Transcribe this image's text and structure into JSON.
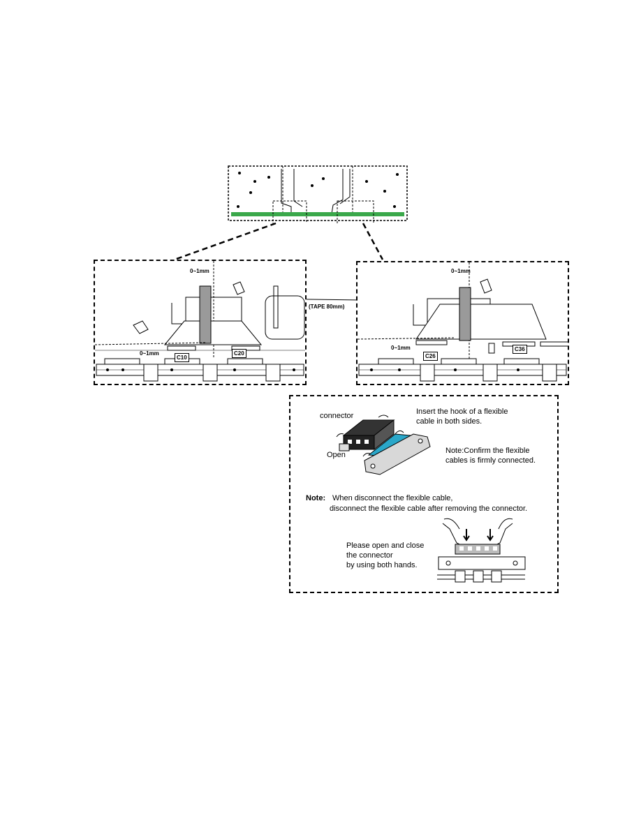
{
  "left_detail": {
    "gap_top": "0~1mm",
    "gap_bottom": "0~1mm",
    "connector_1": "C10",
    "connector_2": "C20"
  },
  "right_detail": {
    "gap_top": "0~1mm",
    "gap_bottom": "0~1mm",
    "connector_1": "C26",
    "connector_2": "C36"
  },
  "tape_label": "(TAPE 80mm)",
  "instructions": {
    "connector_label": "connector",
    "open_label": "Open",
    "insert_line1": "Insert the hook of a flexible",
    "insert_line2": "cable in both sides.",
    "confirm_line1": "Note:Confirm the flexible",
    "confirm_line2": "cables is firmly connected.",
    "note_heading": "Note:",
    "note_line1": "When disconnect the flexible cable,",
    "note_line2": "disconnect the flexible cable after removing the connector.",
    "hands_line1": "Please open and close",
    "hands_line2": "the connector",
    "hands_line3": "by using both hands."
  },
  "colors": {
    "board_green": "#3aa84a",
    "cable_blue": "#2aa7c9",
    "tape_gray": "#9a9a9a"
  }
}
